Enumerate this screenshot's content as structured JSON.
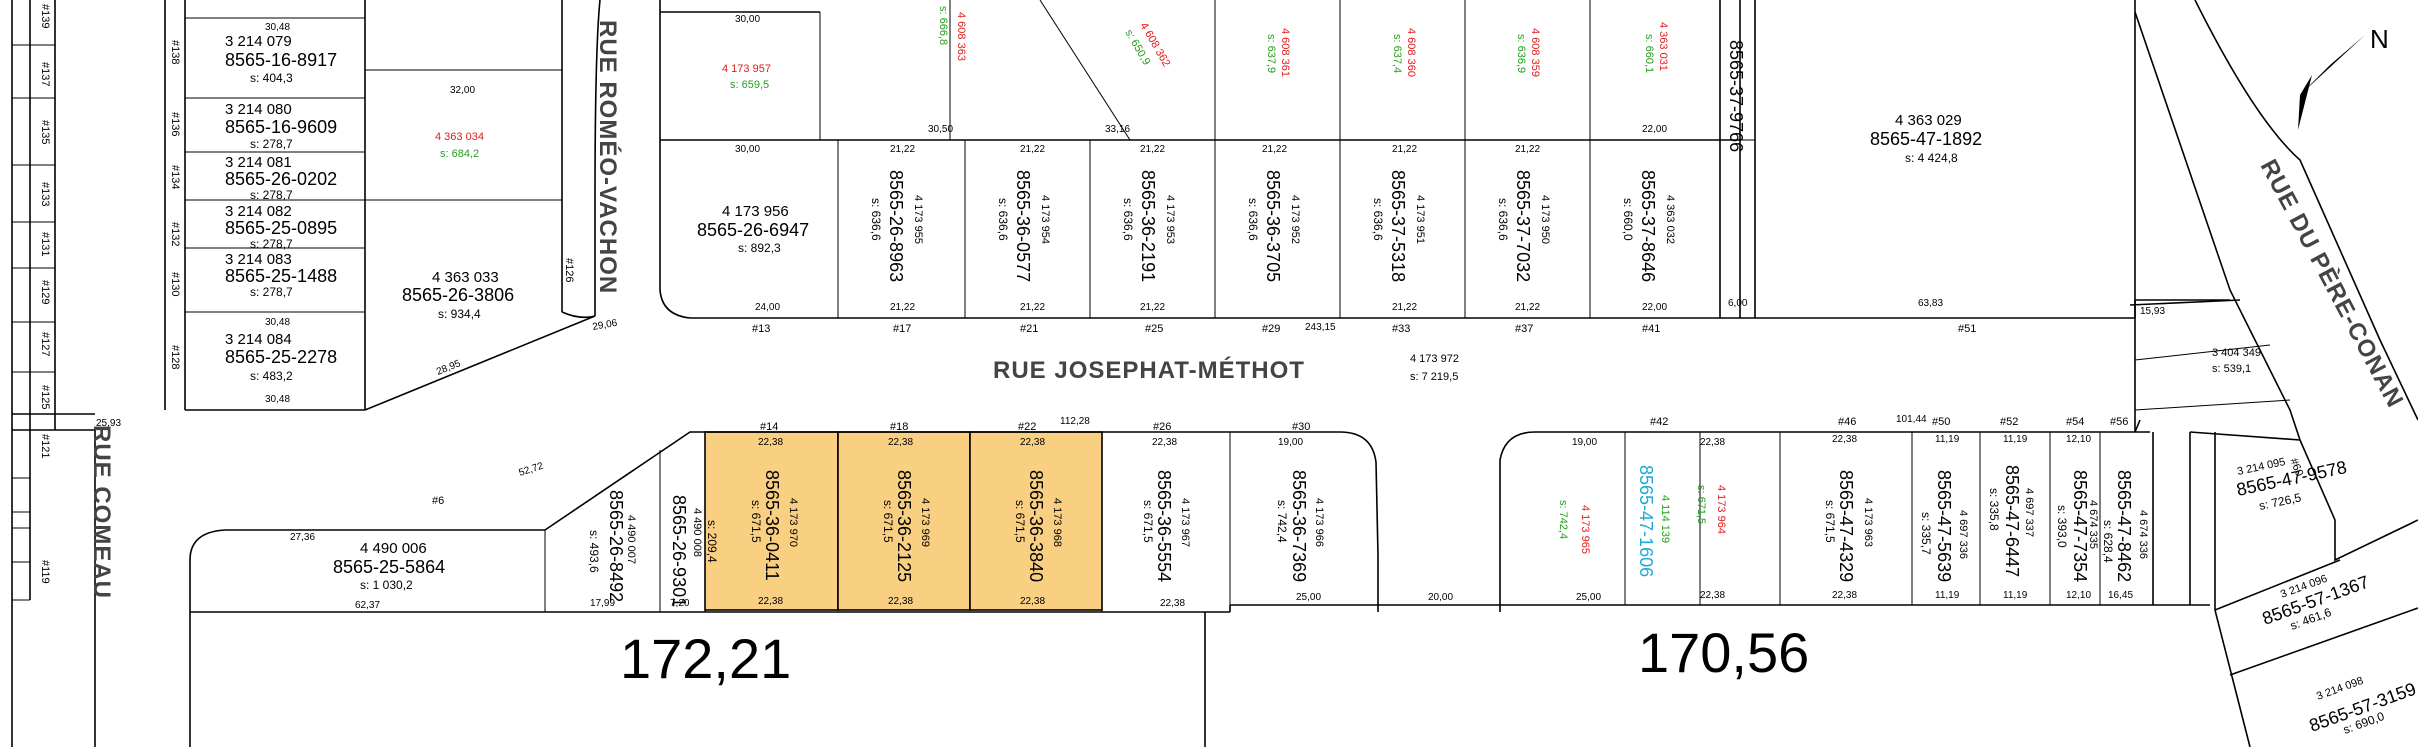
{
  "colors": {
    "highlight": "#f9cf82",
    "line": "#000000",
    "red_text": "#e21b1b",
    "green_text": "#23a01c",
    "cyan_text": "#19a9d8",
    "street_text": "#444444"
  },
  "streets": {
    "josephat": "RUE JOSEPHAT-MÉTHOT",
    "romeo": "RUE ROMÉO-VACHON",
    "comeau": "RUE COMEAU",
    "pere_conan": "RUE DU PÈRE-CONAN"
  },
  "big_dims": {
    "left": "172,21",
    "right": "170,56"
  },
  "street_lot": {
    "num": "4 173 972",
    "area": "s: 7 219,5"
  },
  "north": "N",
  "top_row": [
    {
      "civic": "#13",
      "num": "4 173 956",
      "id": "8565-26-6947",
      "area": "s: 892,3"
    },
    {
      "civic": "#17",
      "num": "4 173 955",
      "id": "8565-26-8963",
      "area": "s: 636,6"
    },
    {
      "civic": "#21",
      "num": "4 173 954",
      "id": "8565-36-0577",
      "area": "s: 636,6"
    },
    {
      "civic": "#25",
      "num": "4 173 953",
      "id": "8565-36-2191",
      "area": "s: 636,6"
    },
    {
      "civic": "#29",
      "num": "4 173 952",
      "id": "8565-36-3705",
      "area": "s: 636,6"
    },
    {
      "civic": "#33",
      "num": "4 173 951",
      "id": "8565-37-5318",
      "area": "s: 636,6"
    },
    {
      "civic": "#37",
      "num": "4 173 950",
      "id": "8565-37-7032",
      "area": "s: 636,6"
    },
    {
      "civic": "#41",
      "num": "4 363 032",
      "id": "8565-37-8646",
      "area": "s: 660,0"
    },
    {
      "civic": "",
      "num": "",
      "id": "8565-37-9766",
      "area": ""
    },
    {
      "civic": "#51",
      "num": "4 363 029",
      "id": "8565-47-1892",
      "area": "s: 4 424,8"
    }
  ],
  "top_strip": [
    {
      "num": "4 173 957",
      "area": "s: 659,5"
    },
    {
      "num": "4 608 362",
      "area": "s: 650,9"
    },
    {
      "num": "4 608 361",
      "area": "s: 637,9"
    },
    {
      "num": "4 608 360",
      "area": "s: 637,4"
    },
    {
      "num": "4 608 359",
      "area": "s: 636,9"
    },
    {
      "num": "4 363 031",
      "area": "s: 660,1"
    },
    {
      "num": "4 608 363",
      "area": "s: 666,8"
    }
  ],
  "left_lots": [
    {
      "num": "3 214 079",
      "id": "8565-16-8917",
      "area": "s: 404,3"
    },
    {
      "num": "3 214 080",
      "id": "8565-16-9609",
      "area": "s: 278,7"
    },
    {
      "num": "3 214 081",
      "id": "8565-26-0202",
      "area": "s: 278,7"
    },
    {
      "num": "3 214 082",
      "id": "8565-25-0895",
      "area": "s: 278,7"
    },
    {
      "num": "3 214 083",
      "id": "8565-25-1488",
      "area": "s: 278,7"
    },
    {
      "num": "3 214 084",
      "id": "8565-25-2278",
      "area": "s: 483,2"
    }
  ],
  "left_civics": [
    "#139",
    "#137",
    "#135",
    "#133",
    "#131",
    "#129",
    "#127",
    "#125",
    "#121",
    "#119"
  ],
  "mid_left_civics": [
    "#138",
    "#136",
    "#134",
    "#132",
    "#130",
    "#128"
  ],
  "lot_4363034": {
    "num": "4 363 034",
    "area": "s: 684,2",
    "dim": "32,00"
  },
  "lot_4363033": {
    "num": "4 363 033",
    "id": "8565-26-3806",
    "area": "s: 934,4",
    "civic": "#126"
  },
  "bottom_row": [
    {
      "civic": "",
      "num": "4 490 006",
      "id": "8565-25-5864",
      "area": "s: 1 030,2"
    },
    {
      "civic": "#6",
      "num": "4 490 007",
      "id": "8565-26-8492",
      "area": "s: 493,6"
    },
    {
      "civic": "",
      "num": "4 490 008",
      "id": "8565-26-9301",
      "area": "s: 209,4"
    },
    {
      "civic": "#14",
      "num": "4 173 970",
      "id": "8565-36-0411",
      "area": "s: 671,5"
    },
    {
      "civic": "#18",
      "num": "4 173 969",
      "id": "8565-36-2125",
      "area": "s: 671,5"
    },
    {
      "civic": "#22",
      "num": "4 173 968",
      "id": "8565-36-3840",
      "area": "s: 671,5"
    },
    {
      "civic": "#26",
      "num": "4 173 967",
      "id": "8565-36-5554",
      "area": "s: 671,5"
    },
    {
      "civic": "#30",
      "num": "4 173 966",
      "id": "8565-36-7369",
      "area": "s: 742,4"
    },
    {
      "civic": "#42",
      "num": "4 173 965",
      "id": "",
      "area": "s: 742,4"
    },
    {
      "civic": "",
      "num": "4 173 964",
      "id": "",
      "area": "s: 671,5"
    },
    {
      "civic": "#46",
      "num": "4 173 963",
      "id": "8565-47-4329",
      "area": "s: 671,5"
    },
    {
      "civic": "#50",
      "num": "4 697 336",
      "id": "8565-47-5639",
      "area": "s: 335,7"
    },
    {
      "civic": "#52",
      "num": "4 697 337",
      "id": "8565-47-6447",
      "area": "s: 335,8"
    },
    {
      "civic": "#54",
      "num": "4 674 335",
      "id": "8565-47-7354",
      "area": "s: 393,0"
    },
    {
      "civic": "#56",
      "num": "4 674 336",
      "id": "8565-47-8462",
      "area": "s: 628,4"
    }
  ],
  "cyan_lot": {
    "num": "4 114 139",
    "id": "8565-47-1606"
  },
  "right_lots": [
    {
      "num": "3 404 349",
      "area": "s: 539,1"
    },
    {
      "num": "3 214 095",
      "id": "8565-47-9578",
      "area": "s: 726,5",
      "civic": "#60"
    },
    {
      "num": "3 214 096",
      "id": "8565-57-1367",
      "area": "s: 461,6"
    },
    {
      "num": "3 214 098",
      "id": "8565-57-3159",
      "area": "s: 690,0"
    }
  ],
  "misc_dims": {
    "d3000": "30,00",
    "d2122": "21,22",
    "d2238": "22,38",
    "d2400": "24,00",
    "d2200": "22,00",
    "d3048": "30,48",
    "d6383": "63,83",
    "d11228": "112,28",
    "d10144": "101,44",
    "d24315": "243,15",
    "d2593": "25,93",
    "d2906": "29,06",
    "d2895": "28,95",
    "d2736": "27,36",
    "d5272": "52,72",
    "d6237": "62,37",
    "d1799": "17,99",
    "d720": "7,20",
    "d2500": "25,00",
    "d2000": "20,00",
    "d1645": "16,45",
    "d1119": "11,19",
    "d1210": "12,10",
    "d1900": "19,00",
    "d3050": "30,50",
    "d3316": "33,16",
    "d600": "6,00",
    "d1593": "15,93"
  }
}
